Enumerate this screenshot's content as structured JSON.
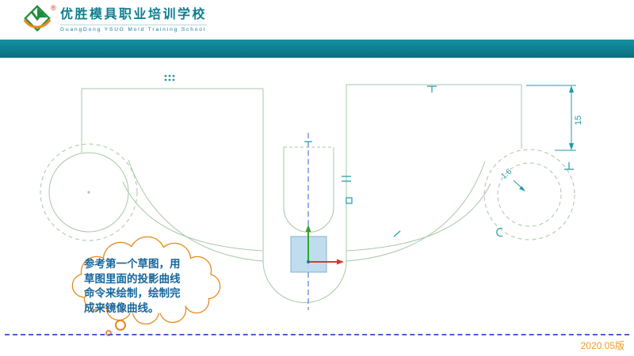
{
  "header": {
    "school_name_cn": "优胜模具职业培训学校",
    "registered_mark": "®",
    "school_name_en": "GuangDong YSUG Mold Training School"
  },
  "sketch": {
    "dim_height": "15",
    "dim_radius": "1.6"
  },
  "callout": {
    "lines": [
      "参考第一个草图，用",
      "草图里面的投影曲线",
      "命令来绘制，绘制完",
      "成来镜像曲线。"
    ]
  },
  "footer": {
    "version": "2020.05版"
  },
  "colors": {
    "banner_teal": "#0f7f93",
    "title_teal": "#0e7d8f",
    "sketch_green": "#a6c7a6",
    "centerline_blue": "#4f6bd8",
    "dimension_teal": "#1f9aa8",
    "callout_orange": "#e8891c",
    "callout_text_blue": "#17669c",
    "version_orange": "#f59a23",
    "axis_red": "#d23b2f",
    "axis_green": "#33a02c",
    "logo_green": "#1e8c3c"
  }
}
